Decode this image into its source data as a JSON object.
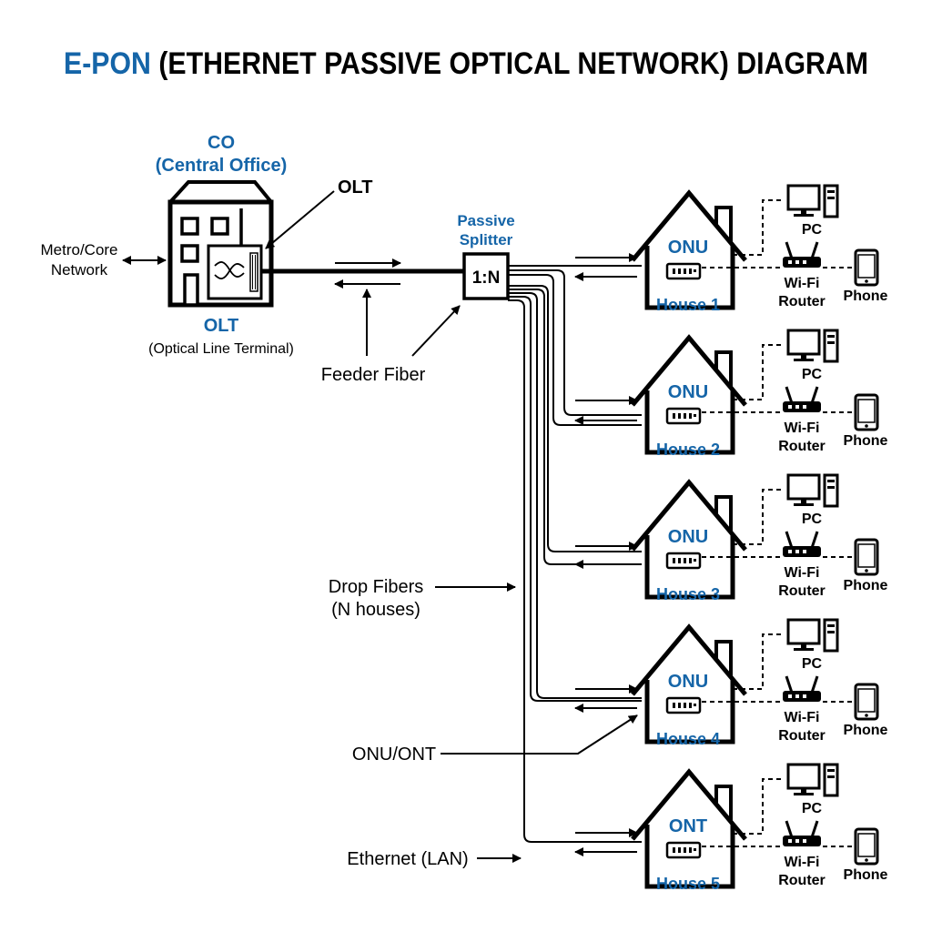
{
  "title": {
    "acronym": "E-PON",
    "rest": " (ETHERNET PASSIVE OPTICAL NETWORK) DIAGRAM"
  },
  "central_office": {
    "line1": "CO",
    "line2": "(Central Office)",
    "olt_callout": "OLT",
    "olt_label": "OLT",
    "olt_sublabel": "(Optical Line Terminal)"
  },
  "metro": {
    "line1": "Metro/Core",
    "line2": "Network"
  },
  "splitter": {
    "title_line1": "Passive",
    "title_line2": "Splitter",
    "ratio": "1:N"
  },
  "feeder_fiber": "Feeder Fiber",
  "drop_fibers": {
    "line1": "Drop Fibers",
    "line2": "(N houses)"
  },
  "onu_ont_callout": "ONU/ONT",
  "ethernet_callout": "Ethernet (LAN)",
  "houses": [
    {
      "device": "ONU",
      "name": "House 1",
      "pc": "PC",
      "router_line1": "Wi-Fi",
      "router_line2": "Router",
      "phone": "Phone"
    },
    {
      "device": "ONU",
      "name": "House 2",
      "pc": "PC",
      "router_line1": "Wi-Fi",
      "router_line2": "Router",
      "phone": "Phone"
    },
    {
      "device": "ONU",
      "name": "House 3",
      "pc": "PC",
      "router_line1": "Wi-Fi",
      "router_line2": "Router",
      "phone": "Phone"
    },
    {
      "device": "ONU",
      "name": "House 4",
      "pc": "PC",
      "router_line1": "Wi-Fi",
      "router_line2": "Router",
      "phone": "Phone"
    },
    {
      "device": "ONT",
      "name": "House 5",
      "pc": "PC",
      "router_line1": "Wi-Fi",
      "router_line2": "Router",
      "phone": "Phone"
    }
  ],
  "icons": {
    "building": "building-icon",
    "olt": "olt-unit-icon",
    "house": "house-icon",
    "onu": "onu-box-icon",
    "pc": "pc-icon",
    "router": "wifi-router-icon",
    "phone": "phone-icon"
  },
  "colors": {
    "accent": "#1565a8",
    "line": "#000000"
  }
}
